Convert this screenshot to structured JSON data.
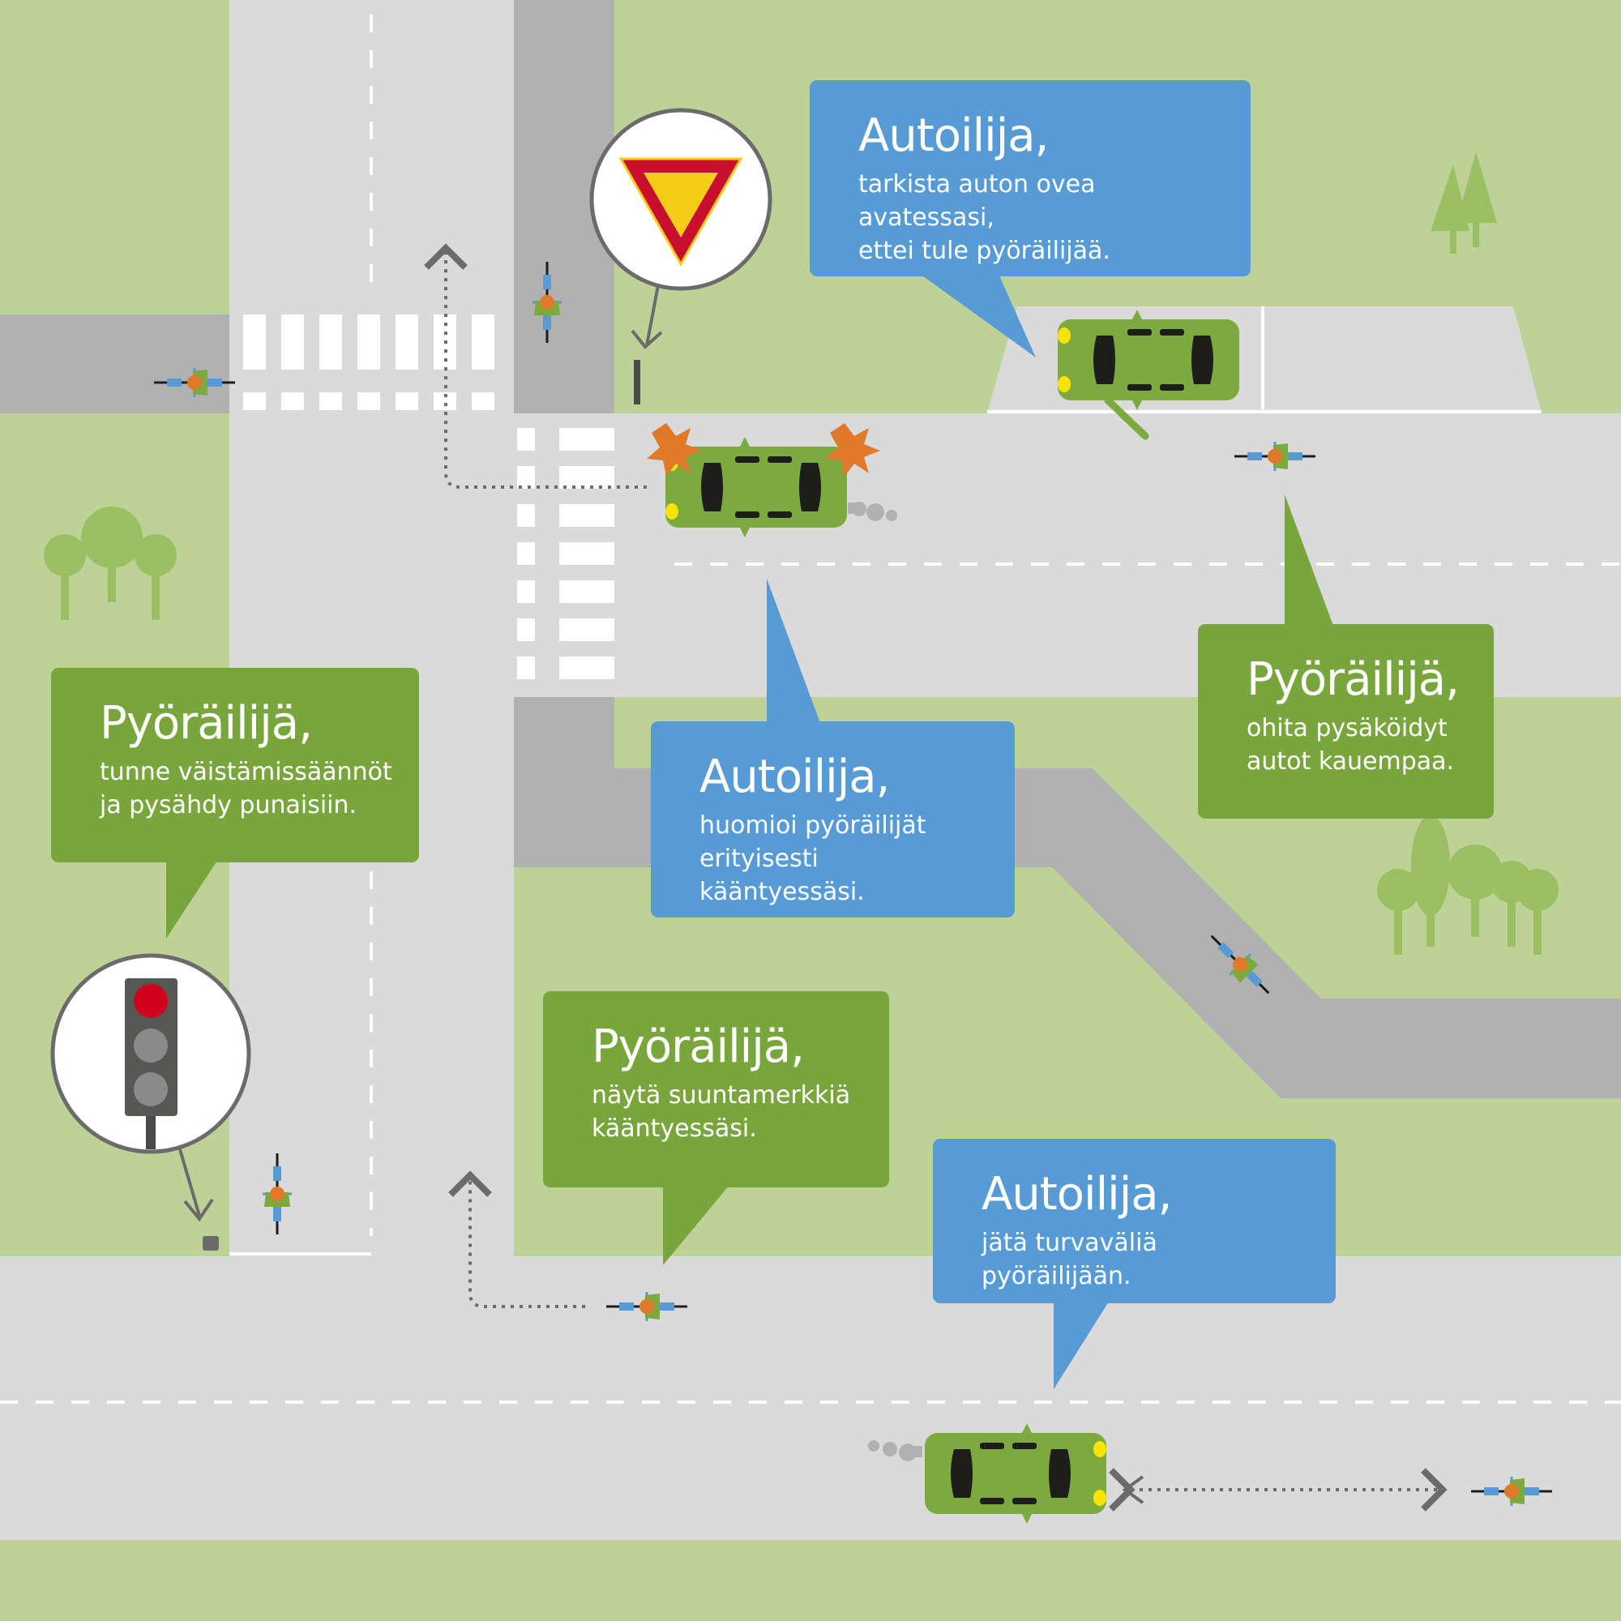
{
  "colors": {
    "grass": "#bdd297",
    "road": "#dadada",
    "bike_lane": "#b1b1b1",
    "marking": "#ffffff",
    "blue_bubble": "#569bd6",
    "green_bubble": "#79a63c",
    "car_body": "#7daa3f",
    "tree": "#9ac063",
    "sign_red": "#c8102e",
    "sign_yellow": "#f5cd19",
    "light_red": "#d0021b",
    "burst": "#e07a2a"
  },
  "bubbles": [
    {
      "id": "door",
      "role": "Autoilija,",
      "text": "tarkista auton ovea avatessasi,\nettei tule pyöräilijää.",
      "color": "blue"
    },
    {
      "id": "pass",
      "role": "Pyöräilijä,",
      "text": "ohita pysäköidyt\nautot kauempaa.",
      "color": "green"
    },
    {
      "id": "rules",
      "role": "Pyöräilijä,",
      "text": "tunne väistämissäännöt\nja pysähdy punaisiin.",
      "color": "green"
    },
    {
      "id": "turn-driver",
      "role": "Autoilija,",
      "text": "huomioi pyöräilijät\nerityisesti kääntyessäsi.",
      "color": "blue"
    },
    {
      "id": "signal",
      "role": "Pyöräilijä,",
      "text": "näytä suuntamerkkiä\nkääntyessäsi.",
      "color": "green"
    },
    {
      "id": "distance",
      "role": "Autoilija,",
      "text": "jätä turvaväliä pyöräilijään.",
      "color": "blue"
    }
  ],
  "icons": {
    "yield_sign": "yield-sign-icon",
    "traffic_light": "traffic-light-icon",
    "car": "car-icon",
    "cyclist": "cyclist-icon",
    "tree": "tree-icon"
  }
}
